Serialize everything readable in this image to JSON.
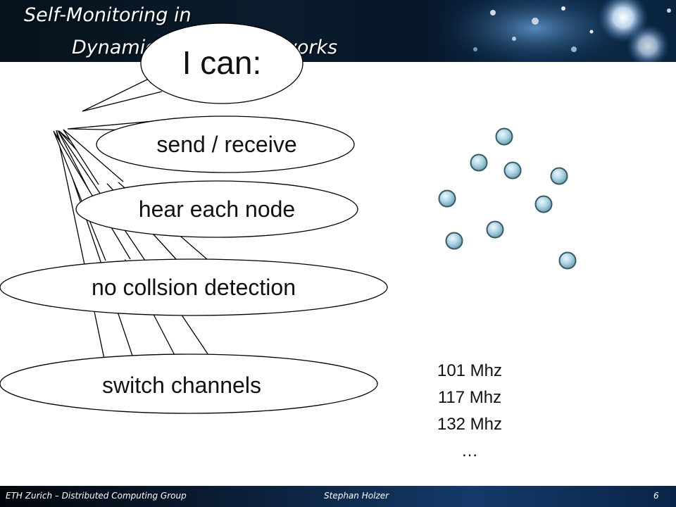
{
  "header": {
    "title_line1": "Self-Monitoring in",
    "title_line2": "Dynamic Wireless Networks"
  },
  "callouts": {
    "main": "I can:",
    "items": [
      "send / receive",
      "hear each node",
      "no collsion detection",
      "switch channels"
    ]
  },
  "frequencies": [
    "101 Mhz",
    "117 Mhz",
    "132 Mhz",
    "…"
  ],
  "footer": {
    "left": "ETH Zurich – Distributed Computing Group",
    "center": "Stephan Holzer",
    "page": "6"
  },
  "colors": {
    "header_bg": "#0a1c2c",
    "node_fill": "#a9d3e3",
    "node_stroke": "#3a5a66"
  }
}
